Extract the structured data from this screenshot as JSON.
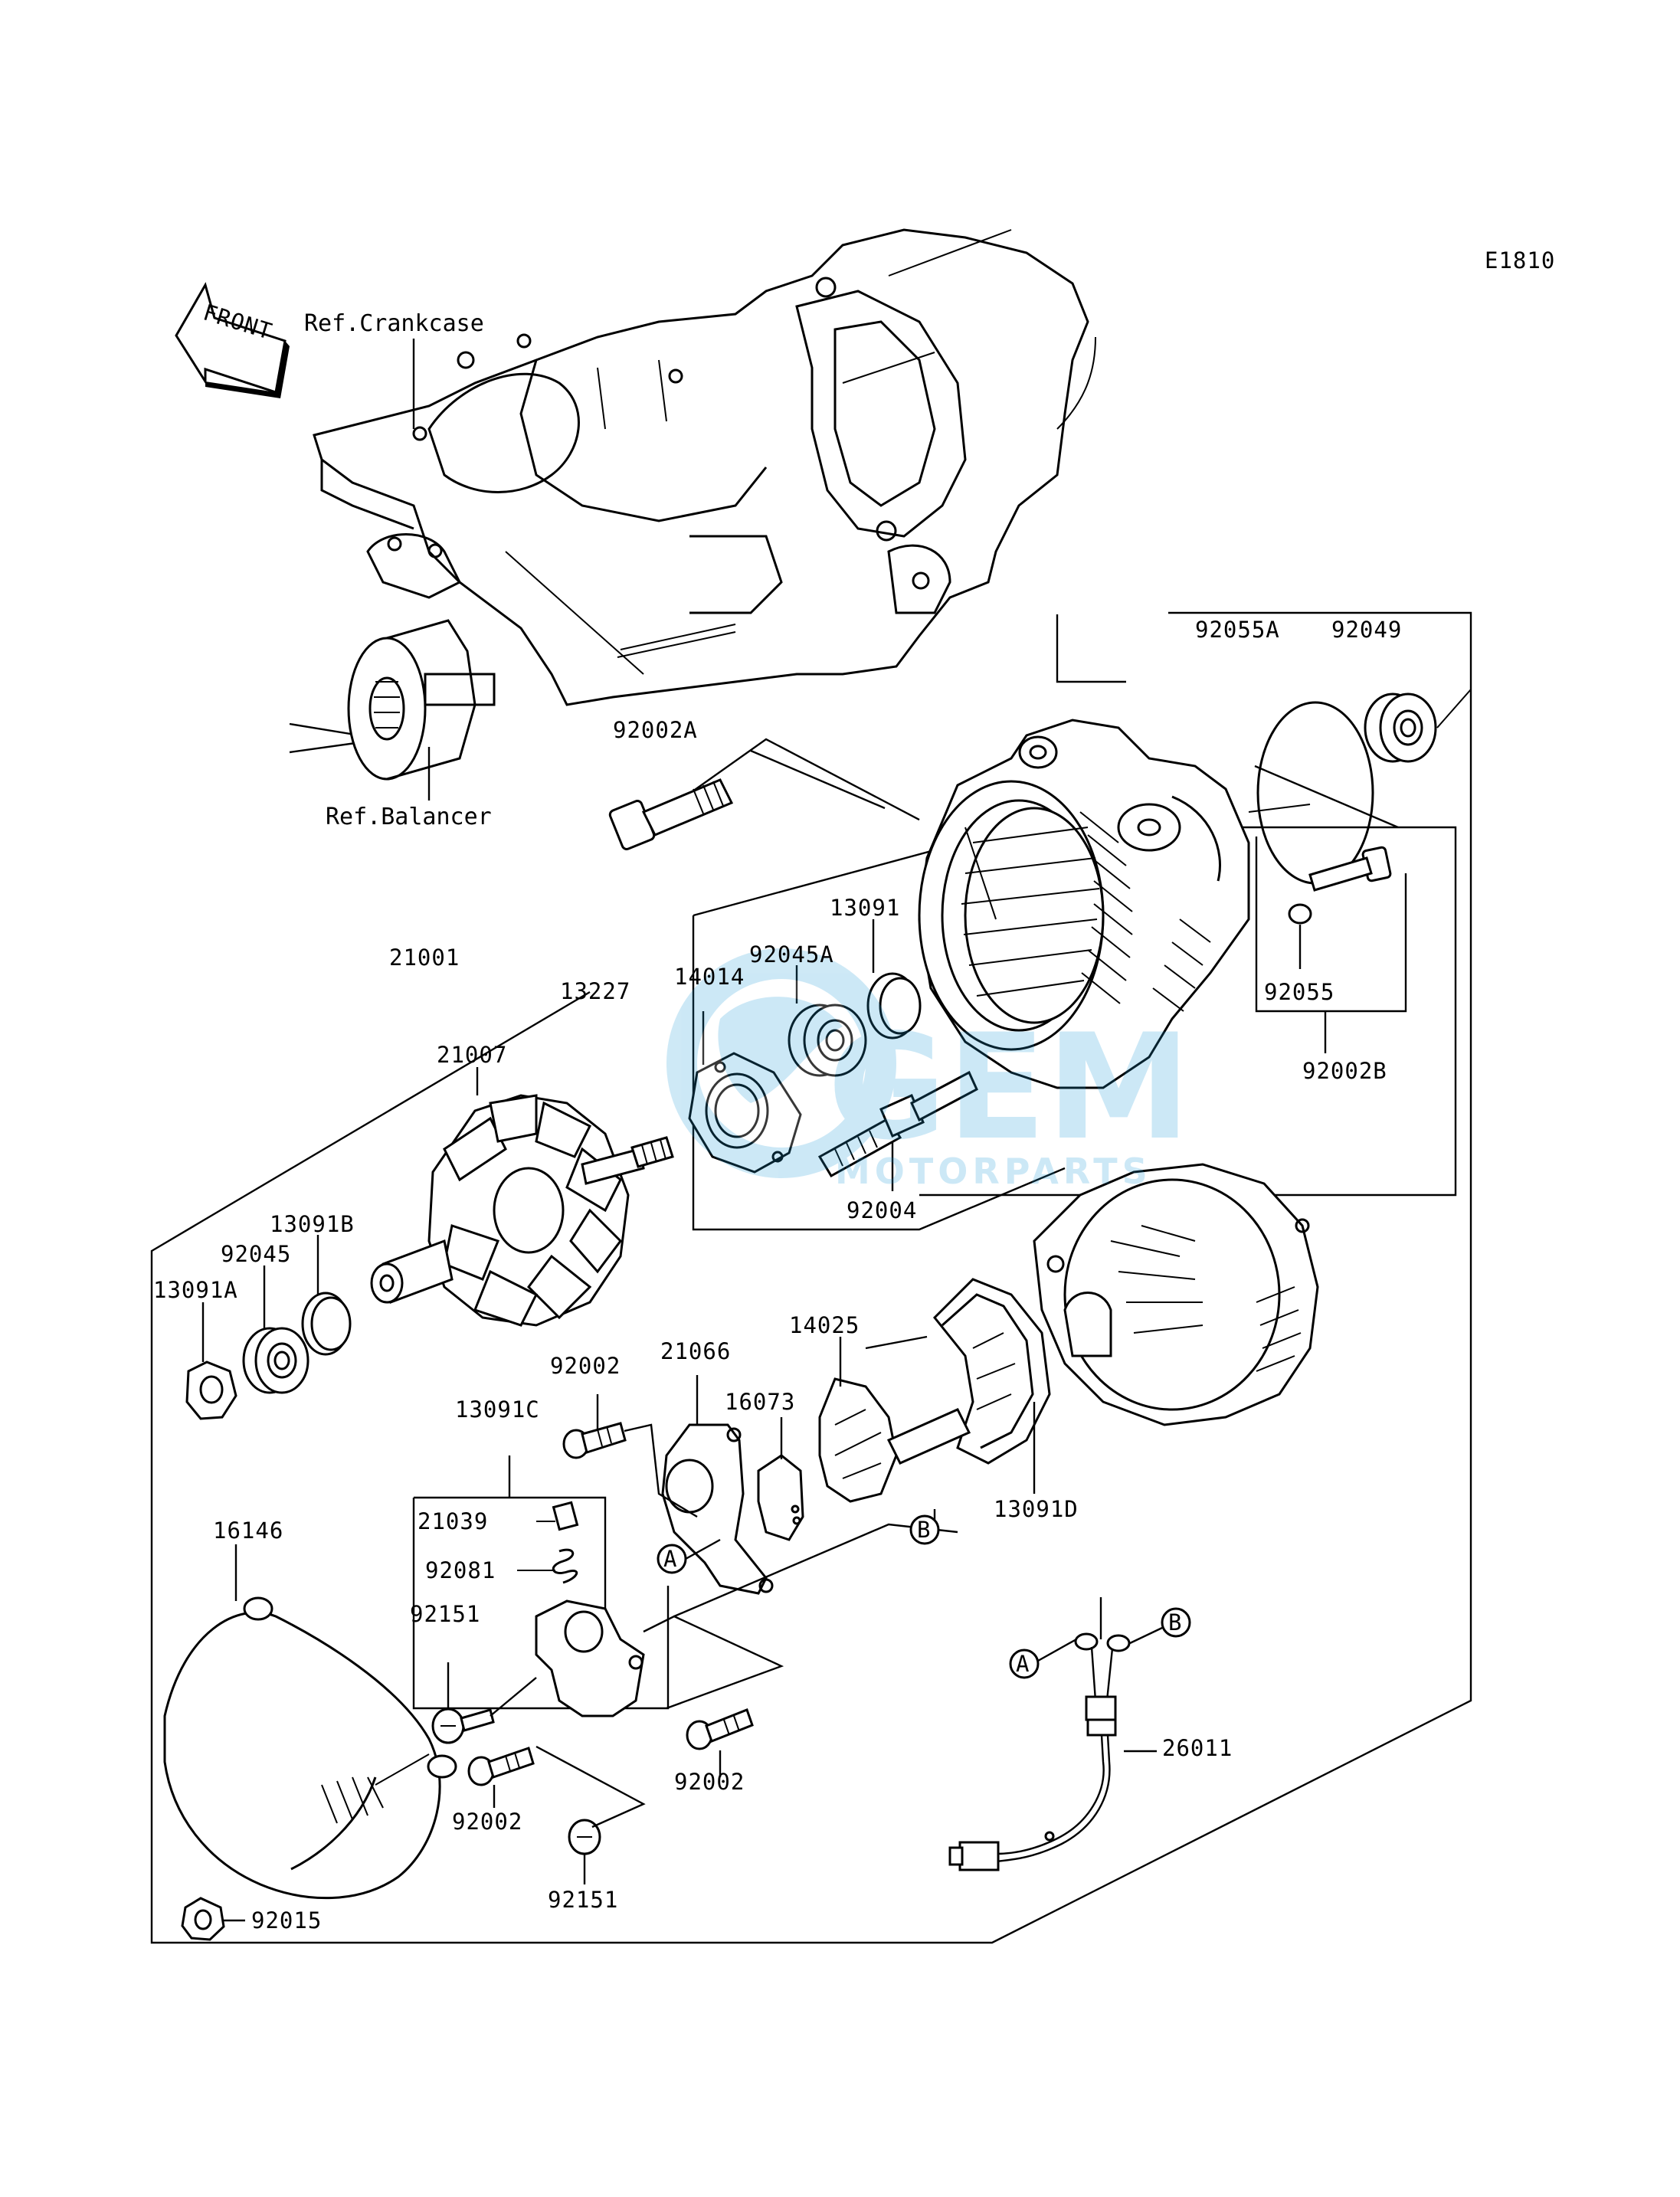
{
  "diagram_code": "E1810",
  "front_label": "FRONT",
  "ref_labels": {
    "crankcase": "Ref.Crankcase",
    "balancer": "Ref.Balancer"
  },
  "watermark": {
    "logo": "GEM",
    "subtitle": "MOTORPARTS"
  },
  "callouts": {
    "A": "A",
    "B": "B"
  },
  "parts": [
    "92055A",
    "92049",
    "92002A",
    "13091",
    "92045A",
    "13227",
    "14014",
    "21001",
    "21007",
    "92055",
    "92002B",
    "92004",
    "13091B",
    "92045",
    "13091A",
    "14025",
    "92002",
    "21066",
    "16073",
    "13091C",
    "21039",
    "92081",
    "16146",
    "13091D",
    "92151",
    "26011",
    "92015"
  ]
}
